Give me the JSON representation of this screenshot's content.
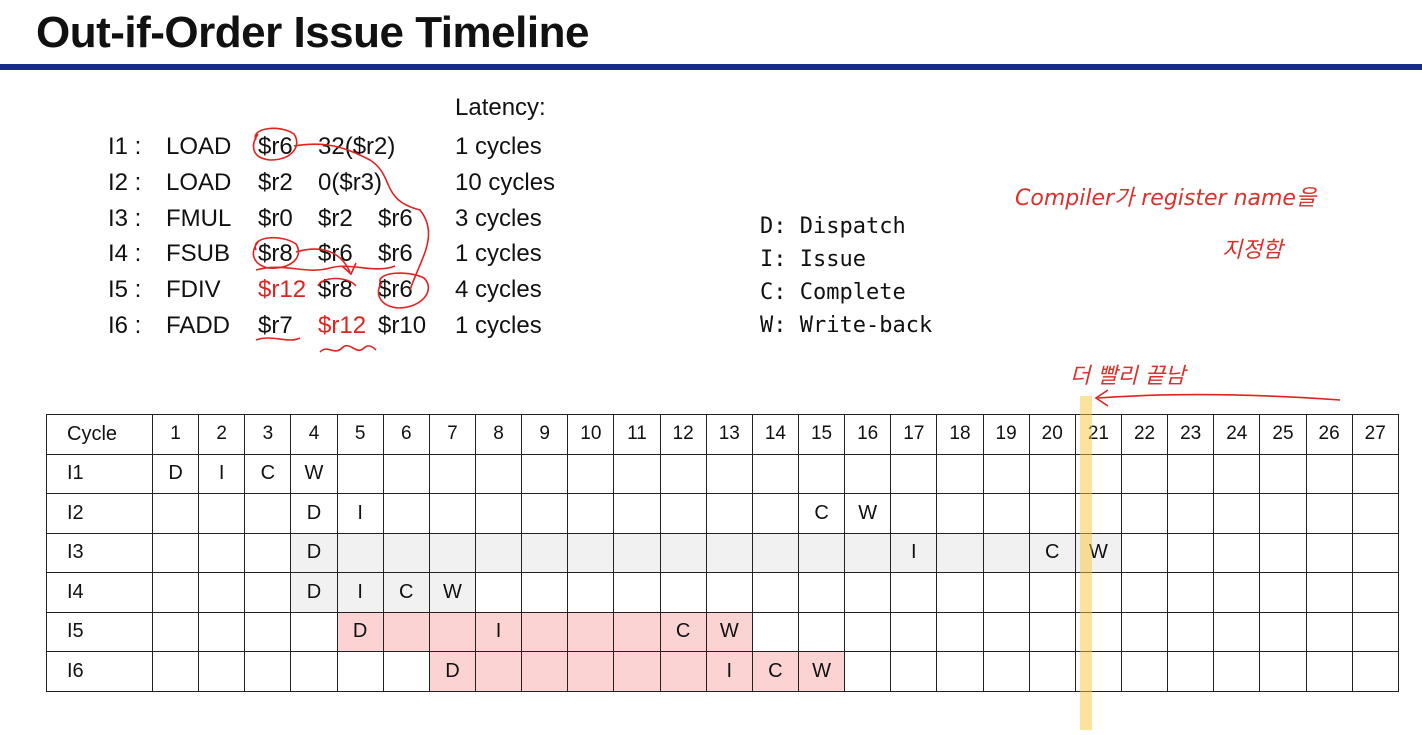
{
  "title": "Out-if-Order Issue Timeline",
  "latency_header": "Latency:",
  "instructions": [
    {
      "id": "I1 :",
      "op": "LOAD",
      "dst": "$r6",
      "src1": "32($r2)",
      "src2": "",
      "latency": "1 cycles"
    },
    {
      "id": "I2 :",
      "op": "LOAD",
      "dst": "$r2",
      "src1": "0($r3)",
      "src2": "",
      "latency": "10 cycles"
    },
    {
      "id": "I3 :",
      "op": "FMUL",
      "dst": "$r0",
      "src1": "$r2",
      "src2": "$r6",
      "latency": "3 cycles"
    },
    {
      "id": "I4 :",
      "op": "FSUB",
      "dst": "$r8",
      "src1": "$r6",
      "src2": "$r6",
      "latency": "1 cycles"
    },
    {
      "id": "I5 :",
      "op": "FDIV",
      "dst": "$r12",
      "src1": "$r8",
      "src2": "$r6",
      "latency": "4 cycles"
    },
    {
      "id": "I6 :",
      "op": "FADD",
      "dst": "$r7",
      "src1": "$r12",
      "src2": "$r10",
      "latency": "1 cycles"
    }
  ],
  "legend": [
    "D: Dispatch",
    "I: Issue",
    "C: Complete",
    "W: Write-back"
  ],
  "annotations": {
    "rename_note_line1": "Compiler가 register name을",
    "rename_note_line2": "지정함",
    "finish_note": "더 빨리 끝남"
  },
  "colors": {
    "title_rule": "#1a2a8f",
    "highlight_red": "#e0231f",
    "stall_gray": "#f1f1f1",
    "stall_pink": "#fbd3d3",
    "marker_yellow": "#f5c83c"
  },
  "timeline": {
    "header_label": "Cycle",
    "cycles": [
      "1",
      "2",
      "3",
      "4",
      "5",
      "6",
      "7",
      "8",
      "9",
      "10",
      "11",
      "12",
      "13",
      "14",
      "15",
      "16",
      "17",
      "18",
      "19",
      "20",
      "21",
      "22",
      "23",
      "24",
      "25",
      "26",
      "27"
    ],
    "rows": [
      {
        "label": "I1",
        "cells": {
          "1": "D",
          "2": "I",
          "3": "C",
          "4": "W"
        },
        "stall": []
      },
      {
        "label": "I2",
        "cells": {
          "4": "D",
          "5": "I",
          "15": "C",
          "16": "W"
        },
        "stall": [
          6,
          7,
          8,
          9,
          10,
          11,
          12,
          13,
          14
        ]
      },
      {
        "label": "I3",
        "cells": {
          "4": "D",
          "17": "I",
          "20": "C",
          "21": "W"
        },
        "stall": [
          5,
          6,
          7,
          8,
          9,
          10,
          11,
          12,
          13,
          14,
          15,
          16,
          18,
          19
        ]
      },
      {
        "label": "I4",
        "cells": {
          "4": "D",
          "5": "I",
          "6": "C",
          "7": "W"
        },
        "stall": []
      },
      {
        "label": "I5",
        "cells": {
          "5": "D",
          "8": "I",
          "12": "C",
          "13": "W"
        },
        "stall": [
          6,
          7,
          9,
          10,
          11
        ]
      },
      {
        "label": "I6",
        "cells": {
          "7": "D",
          "13": "I",
          "14": "C",
          "15": "W"
        },
        "stall": [
          8,
          9,
          10,
          11,
          12
        ]
      }
    ],
    "stall_color": [
      "",
      "",
      "gray",
      "gray",
      "pink",
      "pink"
    ]
  }
}
